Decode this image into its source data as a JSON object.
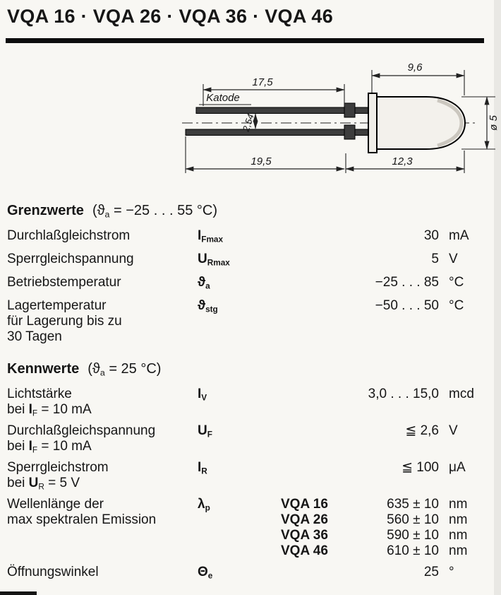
{
  "title": "VQA 16 · VQA 26 · VQA 36 · VQA 46",
  "drawing": {
    "cathode_label": "Katode",
    "dim_lead_top": "17,5",
    "dim_body_top": "9,6",
    "dim_lead_pitch": "2,54",
    "dim_lead_bottom": "19,5",
    "dim_body_bottom": "12,3",
    "dim_diameter": "ø 5"
  },
  "limits": {
    "heading": "Grenzwerte",
    "cond_pre": "(ϑ",
    "cond_sub": "a",
    "cond_post": " = −25 . . . 55 °C)",
    "rows": [
      {
        "label1": "Durchlaßgleichstrom",
        "sym": "I",
        "sub": "Fmax",
        "value": "30",
        "unit": "mA"
      },
      {
        "label1": "Sperrgleichspannung",
        "sym": "U",
        "sub": "Rmax",
        "value": "5",
        "unit": "V"
      },
      {
        "label1": "Betriebstemperatur",
        "sym": "ϑ",
        "sub": "a",
        "value": "−25 . . . 85",
        "unit": "°C"
      },
      {
        "label1": "Lagertemperatur",
        "label2": "für Lagerung bis zu",
        "label3": "30 Tagen",
        "sym": "ϑ",
        "sub": "stg",
        "value": "−50 . . . 50",
        "unit": "°C"
      }
    ]
  },
  "characteristics": {
    "heading": "Kennwerte",
    "cond_pre": "(ϑ",
    "cond_sub": "a",
    "cond_post": " = 25 °C)",
    "rows": [
      {
        "label1": "Lichtstärke",
        "l2a": "bei ",
        "l2sym": "I",
        "l2sub": "F",
        "l2b": " = 10 mA",
        "sym": "I",
        "sub": "V",
        "value": "3,0 . . . 15,0",
        "unit": "mcd"
      },
      {
        "label1": "Durchlaßgleichspannung",
        "l2a": "bei ",
        "l2sym": "I",
        "l2sub": "F",
        "l2b": " = 10 mA",
        "sym": "U",
        "sub": "F",
        "value": "≦ 2,6",
        "unit": "V"
      },
      {
        "label1": "Sperrgleichstrom",
        "l2a": "bei ",
        "l2sym": "U",
        "l2sub": "R",
        "l2b": " = 5 V",
        "sym": "I",
        "sub": "R",
        "value": "≦ 100",
        "unit": "μA"
      },
      {
        "label1": "Wellenlänge der",
        "label2": "max spektralen Emission",
        "sym": "λ",
        "sub": "p",
        "variants": [
          {
            "name": "VQA 16",
            "value": "635 ± 10",
            "unit": "nm"
          },
          {
            "name": "VQA 26",
            "value": "560 ± 10",
            "unit": "nm"
          },
          {
            "name": "VQA 36",
            "value": "590 ± 10",
            "unit": "nm"
          },
          {
            "name": "VQA 46",
            "value": "610 ± 10",
            "unit": "nm"
          }
        ]
      },
      {
        "label1": "Öffnungswinkel",
        "sym": "Θ",
        "sub": "e",
        "value": "25",
        "unit": "°"
      }
    ]
  }
}
